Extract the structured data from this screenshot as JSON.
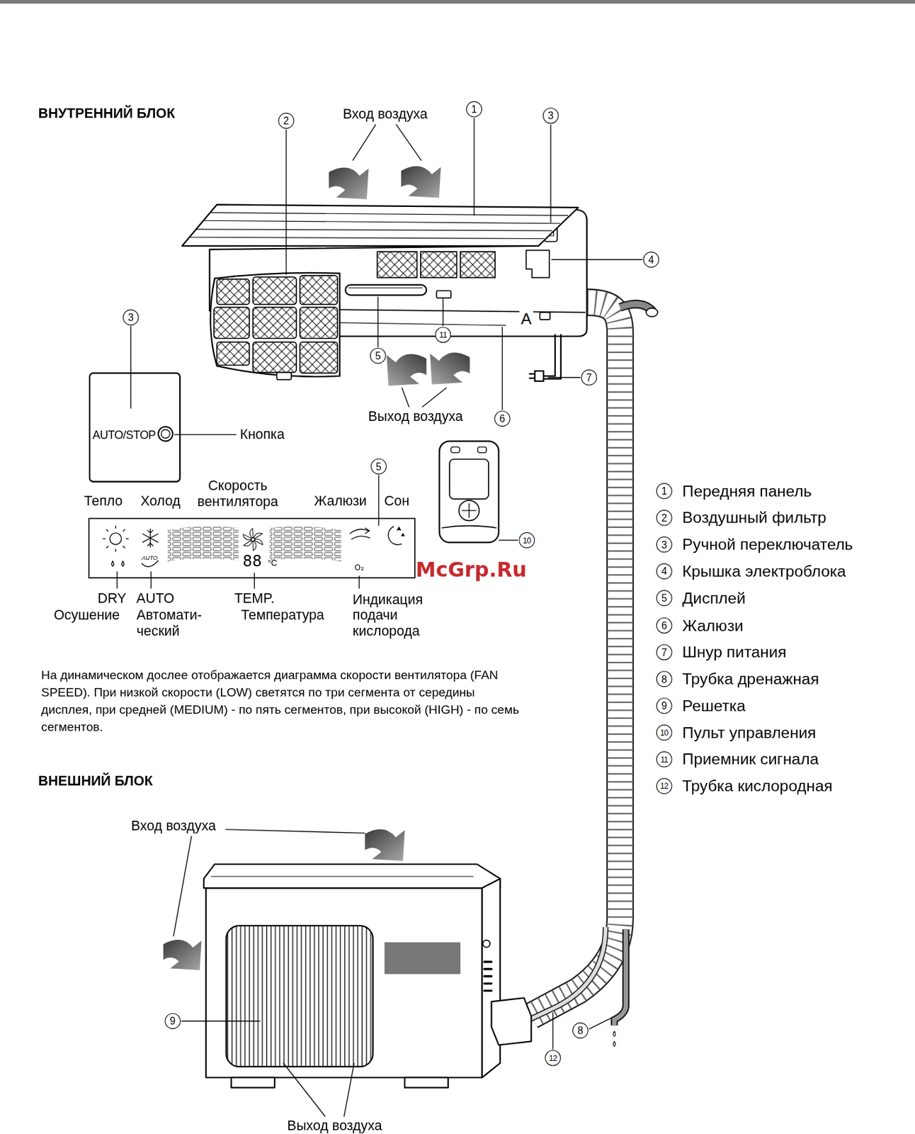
{
  "diagram": {
    "nodes": [
      {
        "text": [
          "AUTO/STOP"
        ]
      }
    ],
    "labels": [
      "ВНУТРЕННИЙ БЛОК",
      "Вход воздуха",
      "2",
      "1",
      "3",
      "4",
      "3",
      "5",
      "11",
      "7",
      "Выход воздуха",
      "6",
      "Кнопка",
      "5",
      "10",
      "Скорость вентилятора",
      "Тепло",
      "Холод",
      "Жалюзи",
      "Сон",
      "AUTO",
      "88",
      "°C",
      "O₂",
      "DRY",
      "AUTO",
      "TEMP.",
      "Индикация подачи кислорода",
      "Осушение",
      "Автомати- ческий",
      "Температура",
      "McGrp.Ru",
      "На динамическом дослее отображается диаграмма скорости вентилятора (FAN SPEED). При низкой скорости (LOW) светятся по три сегмента от середины дисплея, при средней (MEDIUM) - по пять сегментов, при высокой (HIGH) - по семь сегментов.",
      "1",
      "Передняя панель",
      "2",
      "Воздушный фильтр",
      "3",
      "Ручной переключатель",
      "4",
      "Крышка электроблока",
      "5",
      "Дисплей",
      "6",
      "Жалюзи",
      "7",
      "Шнур питания",
      "8",
      "Трубка дренажная",
      "9",
      "Решетка",
      "10",
      "Пульт управления",
      "11",
      "Приемник сигнала",
      "12",
      "Трубка кислородная",
      "ВНЕШНИЙ БЛОК",
      "Вход воздуха",
      "9",
      "8",
      "12",
      "Выход воздуха",
      "A"
    ]
  }
}
